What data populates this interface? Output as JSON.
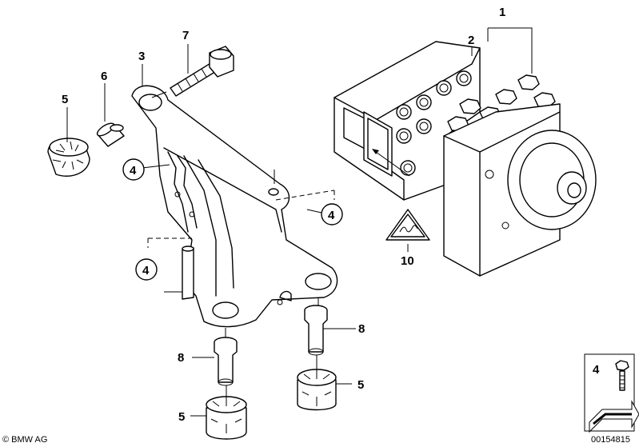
{
  "callouts": {
    "c1": "1",
    "c2": "2",
    "c3": "3",
    "c4a": "4",
    "c4b": "4",
    "c4c": "4",
    "c4d": "4",
    "c5a": "5",
    "c5b": "5",
    "c5c": "5",
    "c6": "6",
    "c7": "7",
    "c8a": "8",
    "c8b": "8",
    "c10": "10"
  },
  "footer": {
    "copyright": "© BMW AG",
    "image_number": "00154815"
  }
}
